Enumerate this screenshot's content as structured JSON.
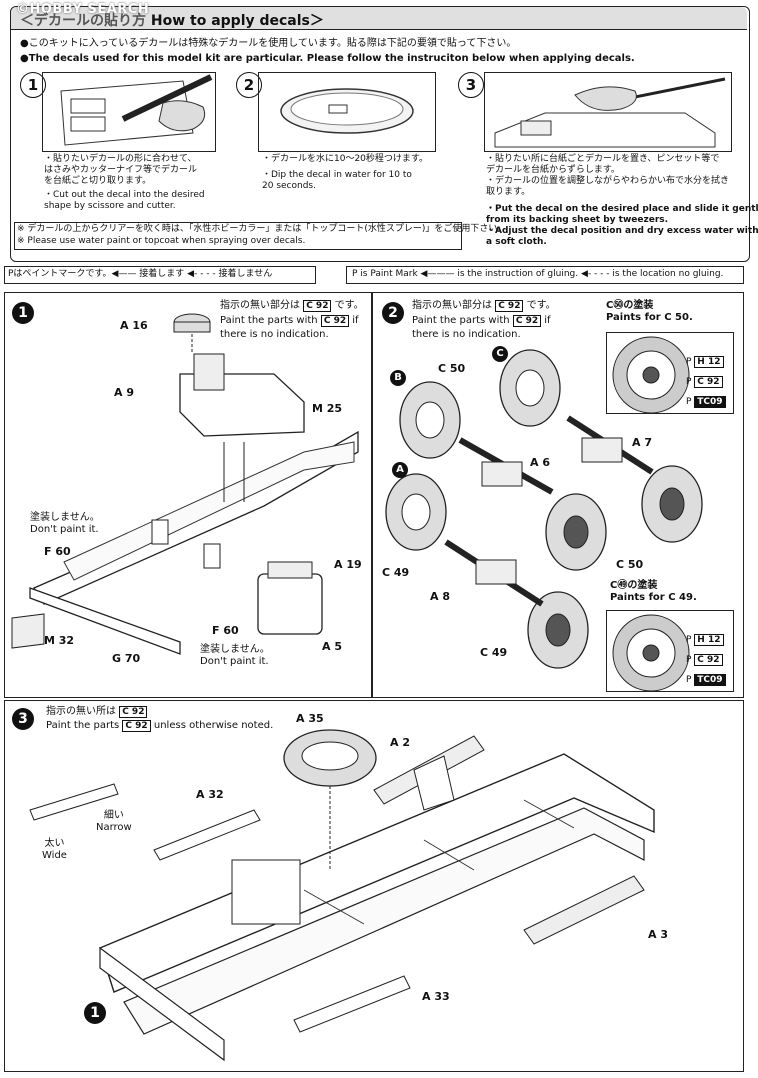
{
  "watermark": "©HOBBY SEARCH",
  "header": {
    "title_jp": "＜デカールの貼り方",
    "title_en": "How to apply decals＞"
  },
  "intro": {
    "jp": "●このキットに入っているデカールは特殊なデカールを使用しています。貼る際は下記の要領で貼って下さい。",
    "en": "●The decals used for this model kit are particular. Please follow the instruciton below when applying decals."
  },
  "decal_steps": [
    {
      "num": "1",
      "jp": "・貼りたいデカールの形に合わせて、\nはさみやカッターナイフ等でデカール\nを台紙ごと切り取ります。",
      "en": "・Cut out the decal into the desired\nshape by scissore and cutter."
    },
    {
      "num": "2",
      "jp": "・デカールを水に10～20秒程つけます。",
      "en": "・Dip the decal in water for 10 to\n20 seconds."
    },
    {
      "num": "3",
      "jp": "・貼りたい所に台紙ごとデカールを置き、ピンセット等で\nデカールを台紙からずらします。\n・デカールの位置を調整しながらやわらかい布で水分を拭き\n取ります。",
      "en": "・Put the decal on the desired place and slide it gently\nfrom its backing sheet by tweezers.\n・Adjust the decal position and dry excess water with\na soft cloth."
    }
  ],
  "note": {
    "jp": "※ デカールの上からクリアーを吹く時は、「水性ホビーカラー」または「トップコート(水性スプレー)」をご使用下さい。",
    "en": "※ Please use water paint or topcoat when spraying over decals."
  },
  "legend": {
    "jp": "Pはペイントマークです。◀—— 接着します ◀- - - - 接着しません",
    "en_paint": "P is Paint Mark",
    "en_glue": "is the instruction of gluing.",
    "en_noglue": "is the location no gluing."
  },
  "step1": {
    "num": "1",
    "jp": "指示の無い部分は",
    "jp_suffix": "です。",
    "en1": "Paint the parts with",
    "en1_suffix": "if",
    "en2": "there is no indication.",
    "paint_code": "C 92",
    "no_paint_jp": "塗装しません。",
    "no_paint_en": "Don't paint it.",
    "parts": [
      "A 16",
      "A 9",
      "M 25",
      "F 60",
      "A 19",
      "M 32",
      "F 60",
      "G 70",
      "A 5"
    ]
  },
  "step2": {
    "num": "2",
    "jp": "指示の無い部分は",
    "jp_suffix": "です。",
    "en1": "Paint the parts with",
    "en1_suffix": "if",
    "en2": "there is no indication.",
    "paint_code": "C 92",
    "c50_title_jp": "C㊿の塗装",
    "c50_title_en": "Paints for C 50.",
    "c49_title_jp": "C㊾の塗装",
    "c49_title_en": "Paints for C 49.",
    "paint_codes": [
      "H 12",
      "C 92",
      "TC09"
    ],
    "letters": [
      "B",
      "C",
      "A"
    ],
    "parts": [
      "C 50",
      "A 7",
      "A 6",
      "C 49",
      "A 8",
      "C 50",
      "C 49"
    ]
  },
  "step3": {
    "num": "3",
    "jp": "指示の無い所は",
    "en1": "Paint the parts",
    "en1_suffix": "unless otherwise noted.",
    "paint_code": "C 92",
    "narrow_jp": "細い",
    "narrow_en": "Narrow",
    "wide_jp": "太い",
    "wide_en": "Wide",
    "parts": [
      "A 35",
      "A 2",
      "A 32",
      "A 3",
      "A 33"
    ]
  },
  "colors": {
    "ink": "#111111",
    "border": "#222222",
    "bg": "#ffffff"
  }
}
